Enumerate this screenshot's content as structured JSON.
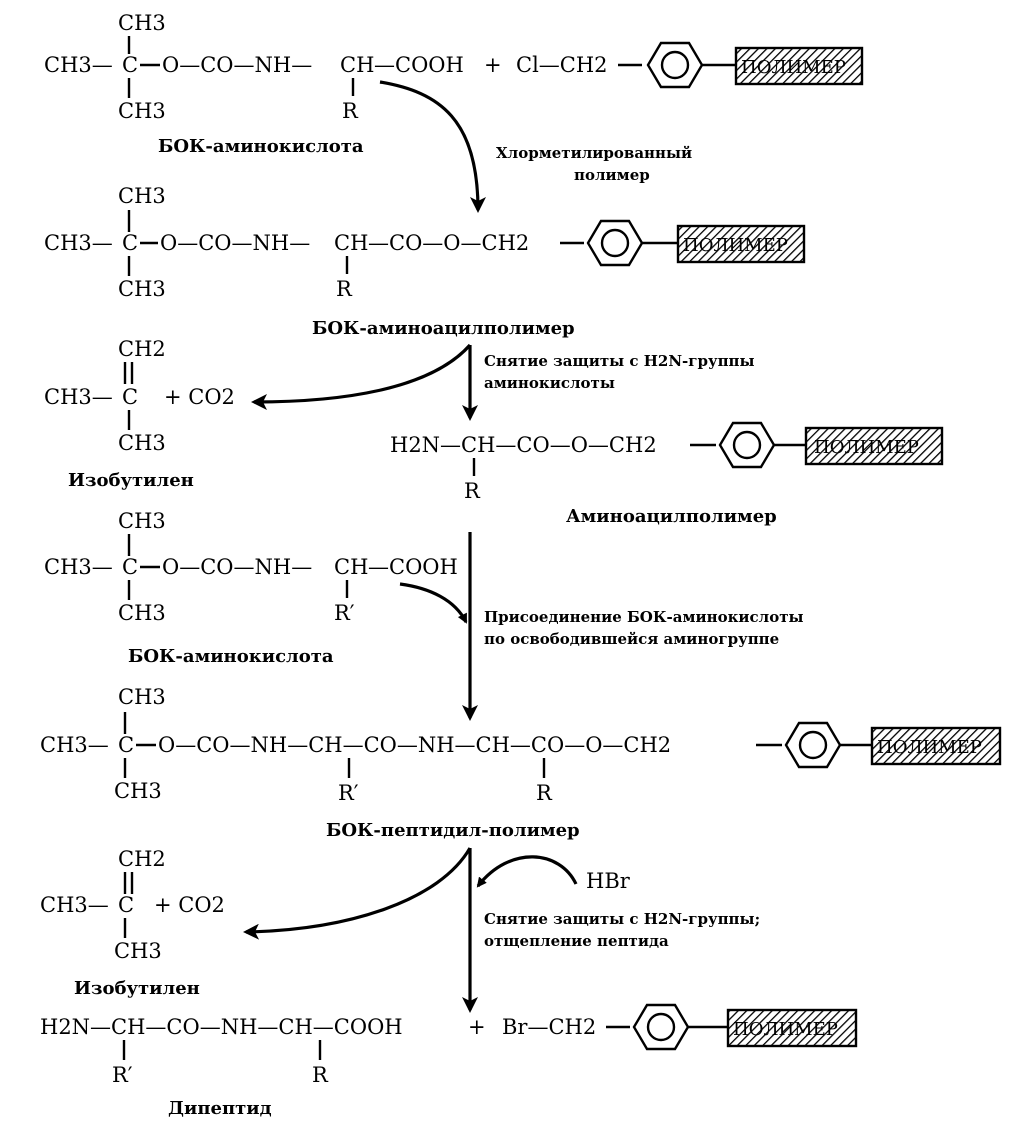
{
  "polymer_label": "ПОЛИМЕР",
  "steps": {
    "s1": {
      "boc_ch3_top": "CH3",
      "boc_ch3_left": "CH3—",
      "boc_c": "C",
      "boc_ch3_bottom": "CH3",
      "chain": "O—CO—NH—",
      "alpha": "CH",
      "acid": "—COOH",
      "plus": "+",
      "cl": "Cl—CH2",
      "r": "R",
      "caption": "БОК-аминокислота"
    },
    "note1": [
      "Хлорметилированный",
      "полимер"
    ],
    "s2": {
      "boc_ch3_top": "CH3",
      "boc_ch3_left": "CH3—",
      "boc_c": "C",
      "boc_ch3_bottom": "CH3",
      "chain": "O—CO—NH—",
      "alpha": "CH",
      "rest": "—CO—O—CH2",
      "r": "R",
      "caption": "БОК-аминоацилполимер"
    },
    "note2": [
      "Снятие защиты с H2N-группы",
      "аминокислоты"
    ],
    "isobutylene1": {
      "ch2": "CH2",
      "ch3_left": "CH3—",
      "c": "C",
      "plus_co2": "+ CO2",
      "ch3_bottom": "CH3",
      "caption": "Изобутилен"
    },
    "s3": {
      "formula": "H2N—CH—CO—O—CH2",
      "r": "R",
      "caption": "Аминоацилполимер"
    },
    "s4": {
      "boc_ch3_top": "CH3",
      "boc_ch3_left": "CH3—",
      "boc_c": "C",
      "boc_ch3_bottom": "CH3",
      "chain": "O—CO—NH—",
      "alpha": "CH",
      "acid": "—COOH",
      "r": "R′",
      "caption": "БОК-аминокислота"
    },
    "note3": [
      "Присоединение БОК-аминокислоты",
      "по освободившейся аминогруппе"
    ],
    "s5": {
      "boc_ch3_top": "CH3",
      "boc_ch3_left": "CH3—",
      "boc_c": "C",
      "boc_ch3_bottom": "CH3",
      "chain": "O—CO—NH—CH—CO—NH—CH—CO—O—CH2",
      "r1": "R′",
      "r2": "R",
      "caption": "БОК-пептидил-полимер"
    },
    "hbr": "HBr",
    "note4": [
      "Снятие защиты с H2N-группы;",
      "отщепление пептида"
    ],
    "isobutylene2": {
      "ch2": "CH2",
      "ch3_left": "CH3—",
      "c": "C",
      "plus_co2": "+ CO2",
      "ch3_bottom": "CH3",
      "caption": "Изобутилен"
    },
    "s6": {
      "formula": "H2N—CH—CO—NH—CH—COOH",
      "plus": "+",
      "br": "Br—CH2",
      "r1": "R′",
      "r2": "R",
      "caption": "Дипептид"
    }
  }
}
